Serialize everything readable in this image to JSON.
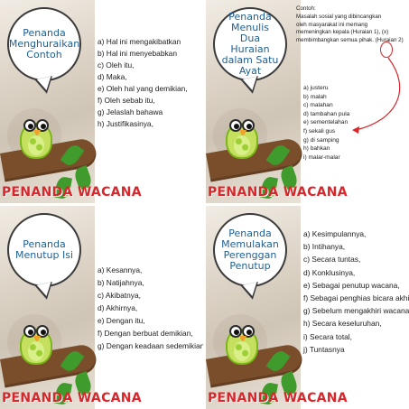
{
  "panels": [
    {
      "title": "Penanda Menghuraikan Contoh",
      "footer": "PENANDA WACANA",
      "items": [
        "a) Hal ini mengakibatkan",
        "b) Hal ini menyebabkan",
        "c) Oleh itu,",
        "d) Maka,",
        "e) Oleh hal yang demikian,",
        "f) Oleh sebab itu,",
        "g) Jelaslah bahawa",
        "h) Justifikasinya,"
      ]
    },
    {
      "title": "Penanda Menulis Dua Huraian dalam Satu Ayat",
      "footer": "PENANDA WACANA",
      "example": {
        "heading": "Contoh:",
        "lines": [
          "Masalah sosial yang dibincangkan",
          "oleh masyarakat ini memang",
          "memeningkan kepala (Huraian 1), (x)",
          "membimbangkan semua pihak. (Huraian 2)"
        ]
      },
      "items": [
        "a) justeru",
        "b) malah",
        "c) malahan",
        "d) tambahan pula",
        "e) sementelahan",
        "f) sekali gus",
        "g) di samping",
        "h) bahkan",
        "i) malar-malar"
      ]
    },
    {
      "title": "Penanda Menutup Isi",
      "footer": "PENANDA WACANA",
      "items": [
        "a) Kesannya,",
        "b) Natijahnya,",
        "c) Akibatnya,",
        "d) Akhirnya,",
        "e) Dengan itu,",
        "f) Dengan berbuat demikian,",
        "g) Dengan keadaan sedemikian,"
      ]
    },
    {
      "title": "Penanda Memulakan Perenggan Penutup",
      "footer": "PENANDA WACANA",
      "items": [
        "a) Kesimpulannya,",
        "b) Intihanya,",
        "c) Secara tuntas,",
        "d) Konklusinya,",
        "e) Sebagai penutup wacana,",
        "f) Sebagai penghias bicara akhir,",
        "g) Sebelum mengakhiri wacana ini,",
        "h) Secara keseluruhan,",
        "i) Secara total,",
        "j) Tuntasnya"
      ]
    }
  ],
  "colors": {
    "title_blue": "#1f5f92",
    "footer_red": "#d9262b",
    "owl_green": "#c5e05f",
    "branch_brown": "#7b4e2b"
  },
  "icons": [
    "owl-illustration",
    "speech-bubble",
    "tree-branch",
    "leaves"
  ]
}
